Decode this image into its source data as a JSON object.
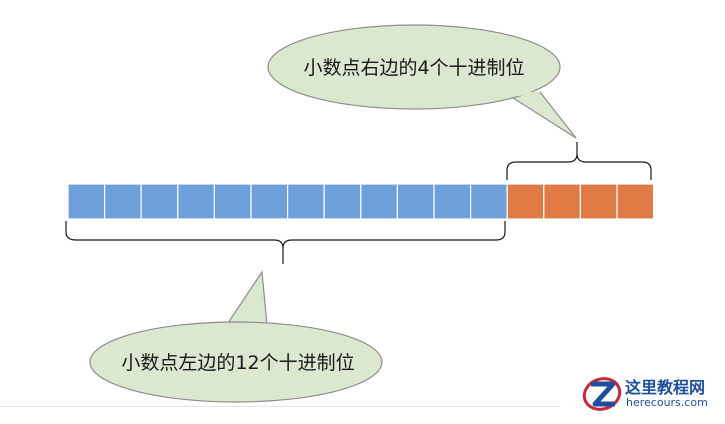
{
  "diagram": {
    "left_digits": 12,
    "right_digits": 4,
    "left_color": "#6e9fd9",
    "right_color": "#e07b45",
    "bubble_fill": "#dbe8cf",
    "bubble_stroke": "#8d8d8d",
    "top_bubble": {
      "text": "小数点右边的4个十进制位"
    },
    "bottom_bubble": {
      "text": "小数点左边的12个十进制位"
    }
  },
  "watermark": {
    "logo_icon": "z-swirl-logo",
    "title": "这里教程网",
    "subtitle": "herecours.com"
  }
}
